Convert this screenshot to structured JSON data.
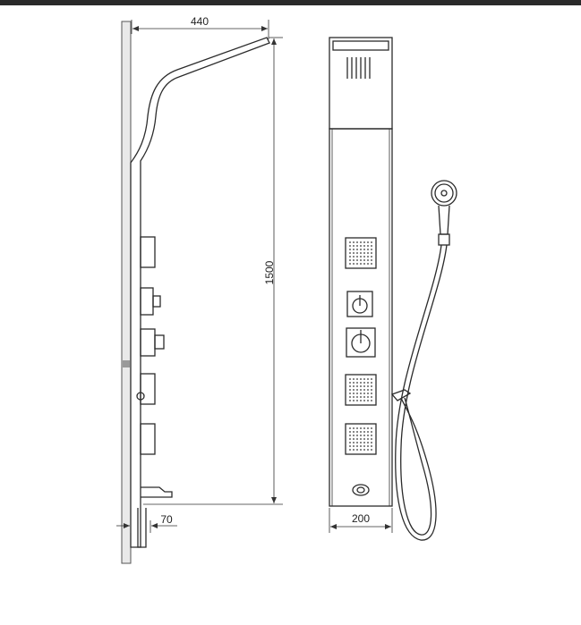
{
  "dimensions": {
    "width_top": "440",
    "height": "1500",
    "depth_bottom": "70",
    "width_front": "200"
  }
}
